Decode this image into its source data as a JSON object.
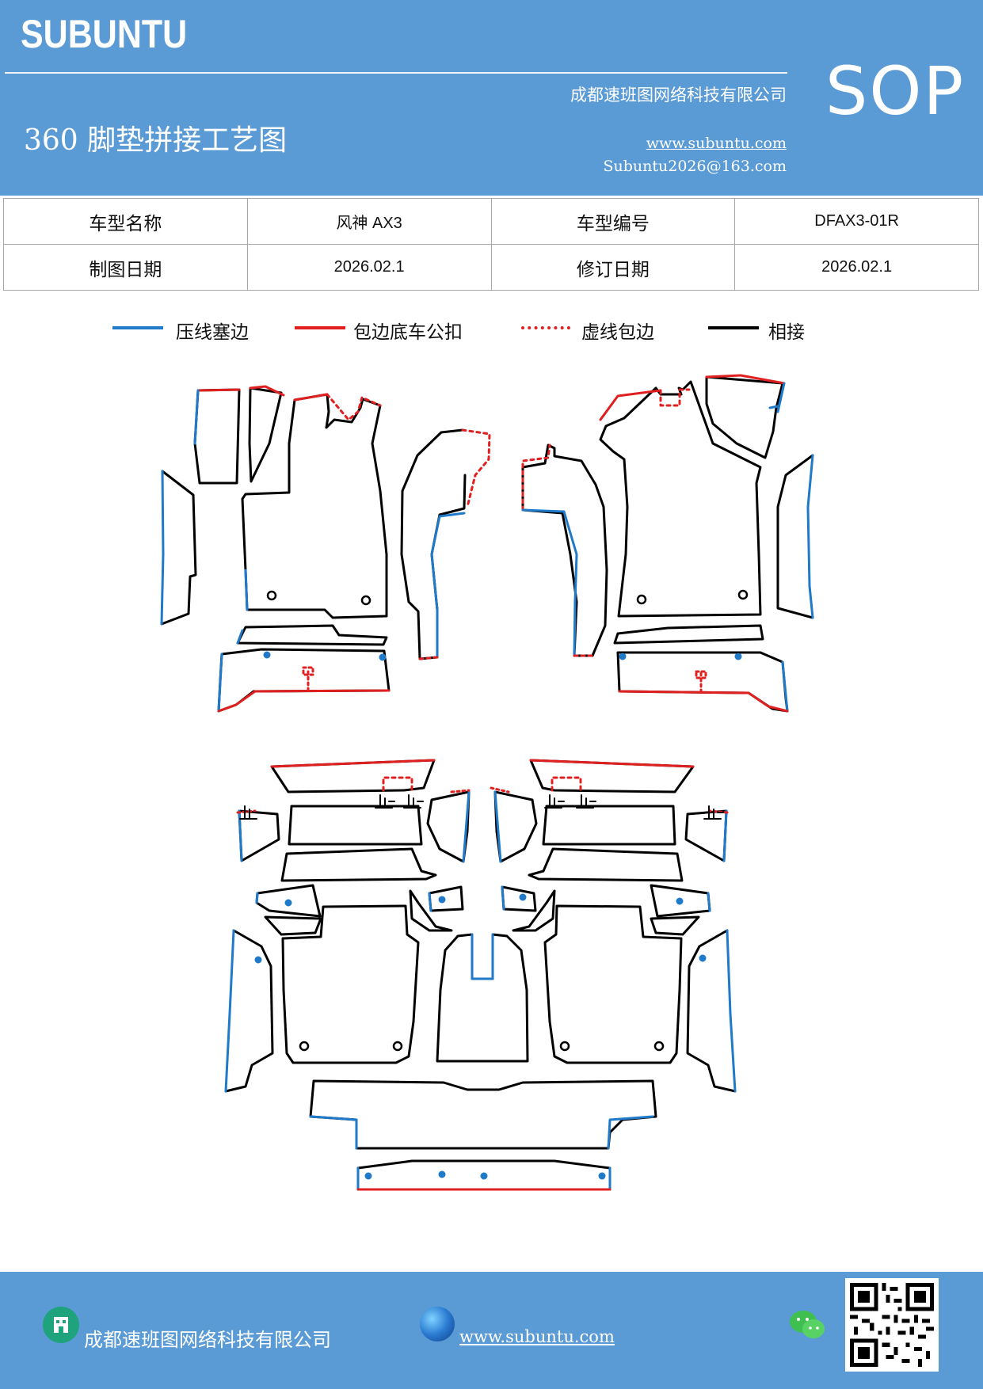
{
  "header": {
    "brand": "SUBUNTU",
    "company": "成都速班图网络科技有限公司",
    "title": "360 脚垫拼接工艺图",
    "website": "www.subuntu.com",
    "email": "Subuntu2026@163.com",
    "sop": "SOP"
  },
  "info": {
    "model_name_label": "车型名称",
    "model_name": "风神 AX3",
    "model_code_label": "车型编号",
    "model_code": "DFAX3-01R",
    "draw_date_label": "制图日期",
    "draw_date": "2026.02.1",
    "revise_date_label": "修订日期",
    "revise_date": "2026.02.1"
  },
  "legend": [
    {
      "label": "压线塞边",
      "color": "#1f7ac9",
      "style": "solid"
    },
    {
      "label": "包边底车公扣",
      "color": "#e02020",
      "style": "solid"
    },
    {
      "label": "虚线包边",
      "color": "#e02020",
      "style": "dotted"
    },
    {
      "label": "相接",
      "color": "#000000",
      "style": "solid"
    }
  ],
  "footer": {
    "company": "成都速班图网络科技有限公司",
    "website": "www.subuntu.com",
    "icons": [
      "building-icon",
      "globe-icon",
      "wechat-icon",
      "qr-code"
    ]
  }
}
